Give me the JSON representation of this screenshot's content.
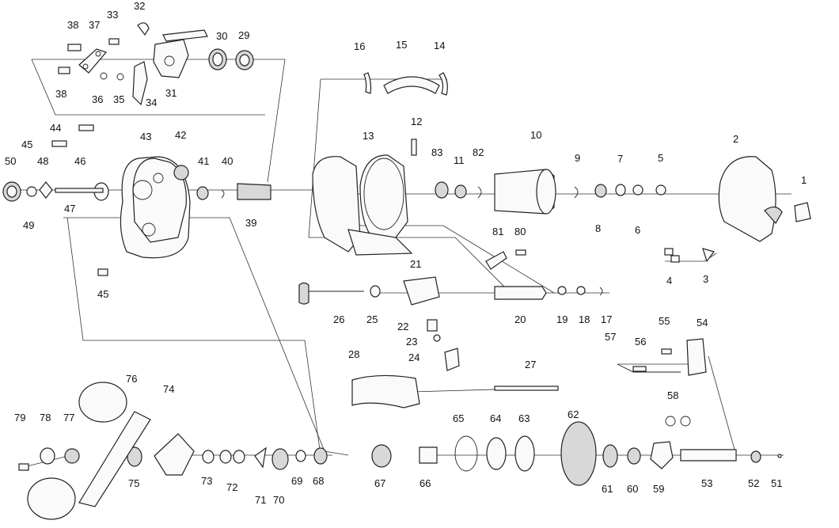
{
  "diagram": {
    "type": "exploded-parts-diagram",
    "labels": [
      "1",
      "2",
      "3",
      "4",
      "5",
      "6",
      "7",
      "8",
      "9",
      "10",
      "11",
      "12",
      "13",
      "14",
      "15",
      "16",
      "17",
      "18",
      "19",
      "20",
      "21",
      "22",
      "23",
      "24",
      "25",
      "26",
      "27",
      "28",
      "29",
      "30",
      "31",
      "32",
      "33",
      "34",
      "35",
      "36",
      "37",
      "38",
      "39",
      "40",
      "41",
      "42",
      "43",
      "44",
      "45",
      "46",
      "47",
      "48",
      "49",
      "50",
      "51",
      "52",
      "53",
      "54",
      "55",
      "56",
      "57",
      "58",
      "59",
      "60",
      "61",
      "62",
      "63",
      "64",
      "65",
      "66",
      "67",
      "68",
      "69",
      "70",
      "71",
      "72",
      "73",
      "74",
      "75",
      "76",
      "77",
      "78",
      "79",
      "80",
      "81",
      "82",
      "83"
    ]
  }
}
